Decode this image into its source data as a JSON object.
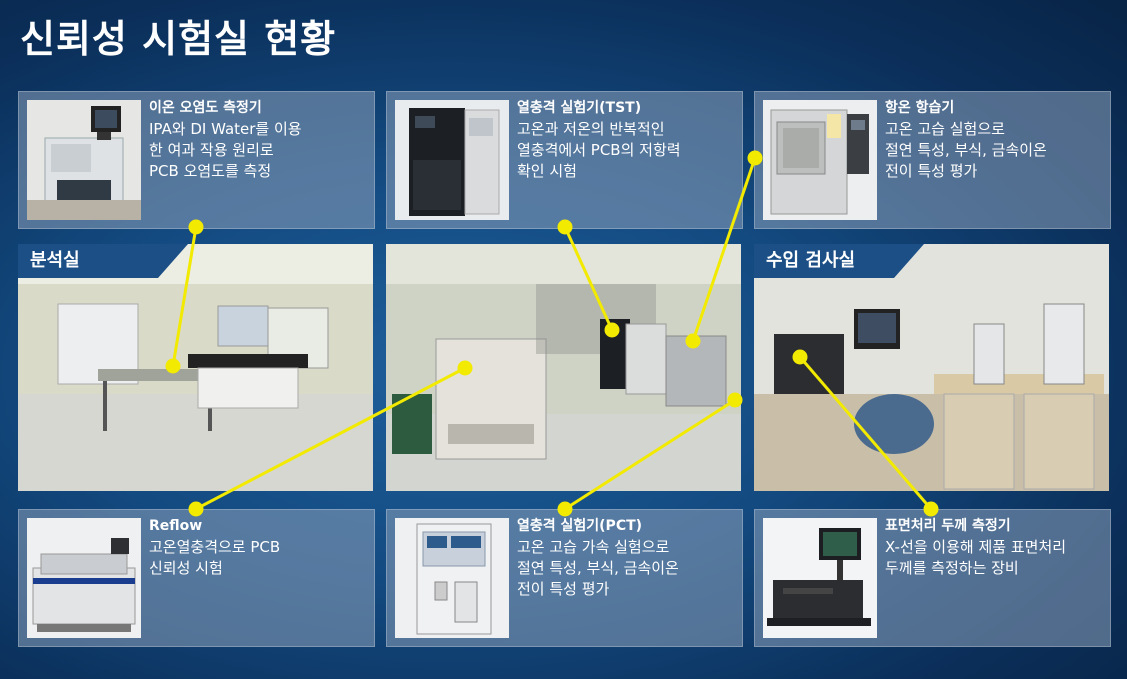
{
  "page": {
    "title": "신뢰성 시험실 현황"
  },
  "sections": {
    "analysis_room": "분석실",
    "incoming_inspection": "수입 검사실"
  },
  "cards": {
    "ion": {
      "title": "이온 오염도 측정기",
      "lines": [
        "IPA와 DI Water를 이용",
        "한 여과 작용 원리로",
        "PCB 오염도를 측정"
      ]
    },
    "tst": {
      "title": "열충격 실험기(TST)",
      "lines": [
        "고온과 저온의 반복적인",
        "열충격에서 PCB의 저항력",
        "확인 시험"
      ]
    },
    "chamber": {
      "title": "항온 항습기",
      "lines": [
        "고온 고습 실험으로",
        "절연 특성, 부식, 금속이온",
        "전이 특성 평가"
      ]
    },
    "reflow": {
      "title": "Reflow",
      "lines": [
        "고온열충격으로 PCB",
        "신뢰성 시험"
      ]
    },
    "pct": {
      "title": "열충격 실험기(PCT)",
      "lines": [
        "고온 고습 가속 실험으로",
        "절연 특성, 부식, 금속이온",
        "전이 특성 평가"
      ]
    },
    "xray": {
      "title": "표면처리 두께 측정기",
      "lines": [
        "X-선을 이용해 제품 표면처리",
        "두께를 측정하는 장비"
      ]
    }
  },
  "colors": {
    "accent_line": "#f2ea00",
    "tab_bg": "#1b4f86"
  },
  "icons": [
    "ion-contamination-tester-photo",
    "tst-chamber-photo",
    "temp-humidity-chamber-photo",
    "reflow-oven-photo",
    "pct-chamber-photo",
    "xray-thickness-gauge-photo"
  ]
}
